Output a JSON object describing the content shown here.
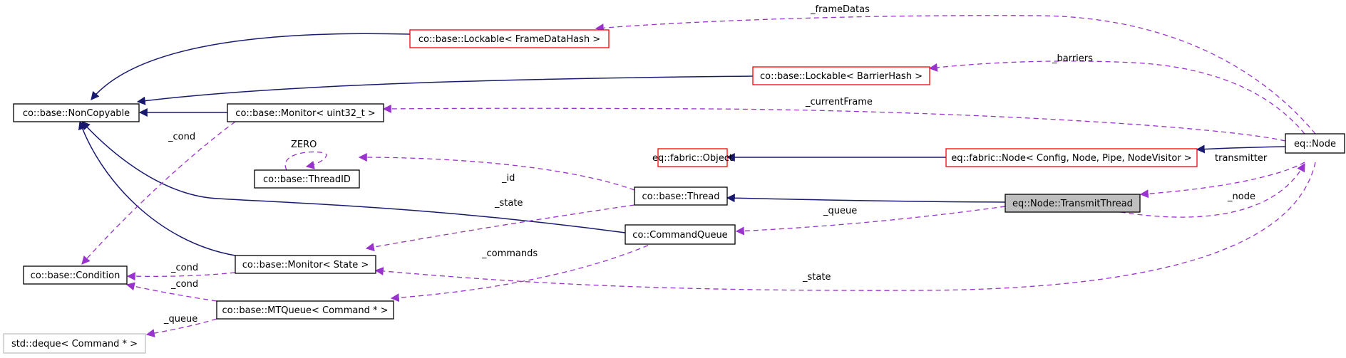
{
  "colors": {
    "inheritance": "#191970",
    "usage": "#9a32cd",
    "node_border": "#000000",
    "template_border": "#ff0000",
    "incomplete_border": "#bfbfbf",
    "focus_fill": "#bfbfbf"
  },
  "nodes": {
    "lockable_framedata": "co::base::Lockable< FrameDataHash >",
    "noncopyable": "co::base::NonCopyable",
    "lockable_barrier": "co::base::Lockable< BarrierHash >",
    "monitor_uint32": "co::base::Monitor< uint32_t >",
    "eq_node": "eq::Node",
    "fabric_object": "eq::fabric::Object",
    "fabric_node": "eq::fabric::Node< Config, Node, Pipe, NodeVisitor >",
    "threadid": "co::base::ThreadID",
    "thread": "co::base::Thread",
    "transmit_thread": "eq::Node::TransmitThread",
    "command_queue": "co::CommandQueue",
    "monitor_state": "co::base::Monitor< State >",
    "condition": "co::base::Condition",
    "mtqueue": "co::base::MTQueue< Command * >",
    "deque": "std::deque< Command * >"
  },
  "edge_labels": {
    "frame_datas": "_frameDatas",
    "barriers": "_barriers",
    "current_frame": "_currentFrame",
    "cond_monitor_uint": "_cond",
    "zero": "ZERO",
    "transmitter": "transmitter",
    "id": "_id",
    "state_thread": "_state",
    "queue_cq": "_queue",
    "node": "_node",
    "commands": "_commands",
    "cond_monitor_state": "_cond",
    "state_node": "_state",
    "cond_mtqueue": "_cond",
    "queue_deque": "_queue"
  }
}
